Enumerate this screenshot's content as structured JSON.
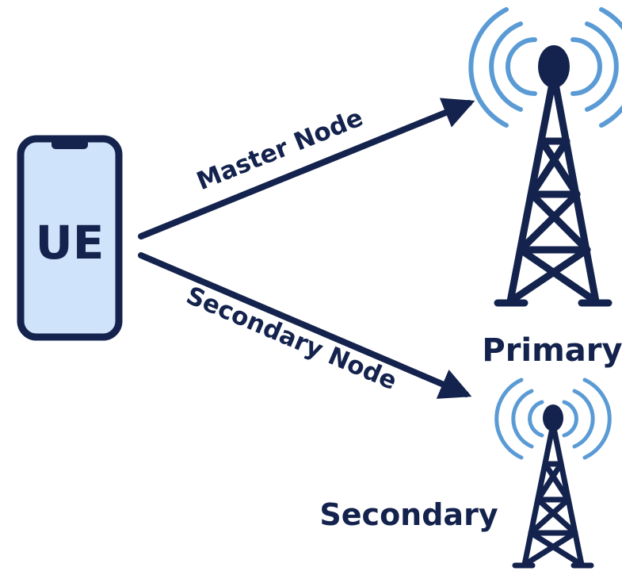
{
  "ue": {
    "label": "UE"
  },
  "links": {
    "master": "Master Node",
    "secondary": "Secondary Node"
  },
  "towers": {
    "primary": "Primary",
    "secondary": "Secondary"
  },
  "colors": {
    "navy": "#14234d",
    "phone_fill": "#cfe3fb",
    "signal_blue": "#5b9bd5"
  },
  "icons": [
    "phone-icon",
    "tower-icon",
    "signal-waves-icon",
    "arrow-icon"
  ]
}
